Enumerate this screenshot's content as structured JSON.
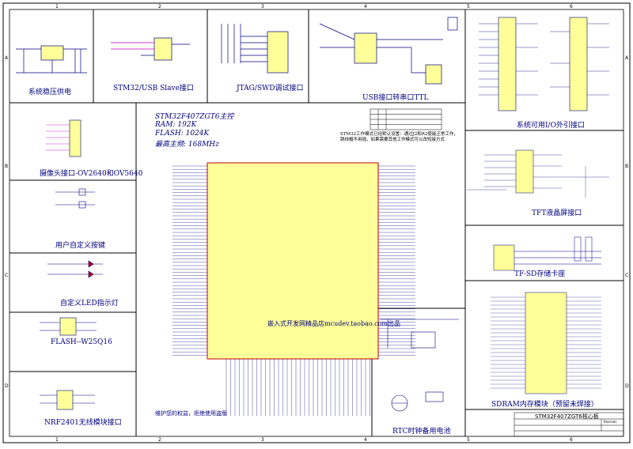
{
  "sections": {
    "power": "系统稳压供电",
    "usb_slave": "STM32/USB Slave接口",
    "jtag": "JTAG/SWD调试接口",
    "usb_ttl": "USB接口转串口TTL",
    "gpio": "系统可用I/O外引接口",
    "camera": "摄像头接口-OV2640和OV5640",
    "keys": "用户自定义按键",
    "leds": "自定义LED指示灯",
    "flash": "FLASH--W25Q16",
    "nrf": "NRF2401无线模块接口",
    "tft": "TFT液晶屏接口",
    "sd": "TF-SD存储卡座",
    "sdram": "SDRAM内存模块（预留未焊接）",
    "rtc": "RTC时钟备用电池"
  },
  "mcu": {
    "title": "STM32F407ZGT6主控",
    "ram": "RAM:  192K",
    "flash": "FLASH:  1024K",
    "freq": "最高主频: 168MHz",
    "watermark": "嵌入式开发网精品店mcudev.taobao.com出品",
    "notice": "维护您的权益，拒绝使用盗版"
  },
  "boot_note": "STM32工作模式已经默认设置：通过J2和R2使能正常工作，跳线帽不用插，如果需要其他工作模式可以改短接方式",
  "title_block": {
    "title": "STM32F407ZGT6核心板",
    "revision_label": "Revision"
  },
  "left_ruler": [
    "A",
    "B",
    "C",
    "D"
  ],
  "right_ruler": [
    "A",
    "B",
    "C",
    "D"
  ],
  "top_ruler": [
    "1",
    "2",
    "3",
    "4",
    "5",
    "6"
  ],
  "bottom_ruler": [
    "1",
    "2",
    "3",
    "4",
    "5",
    "6"
  ],
  "colors": {
    "line": "#000080",
    "label": "#000080",
    "net": "#c000c0",
    "component": "#c00000",
    "chip_fill": "#ffff99"
  }
}
